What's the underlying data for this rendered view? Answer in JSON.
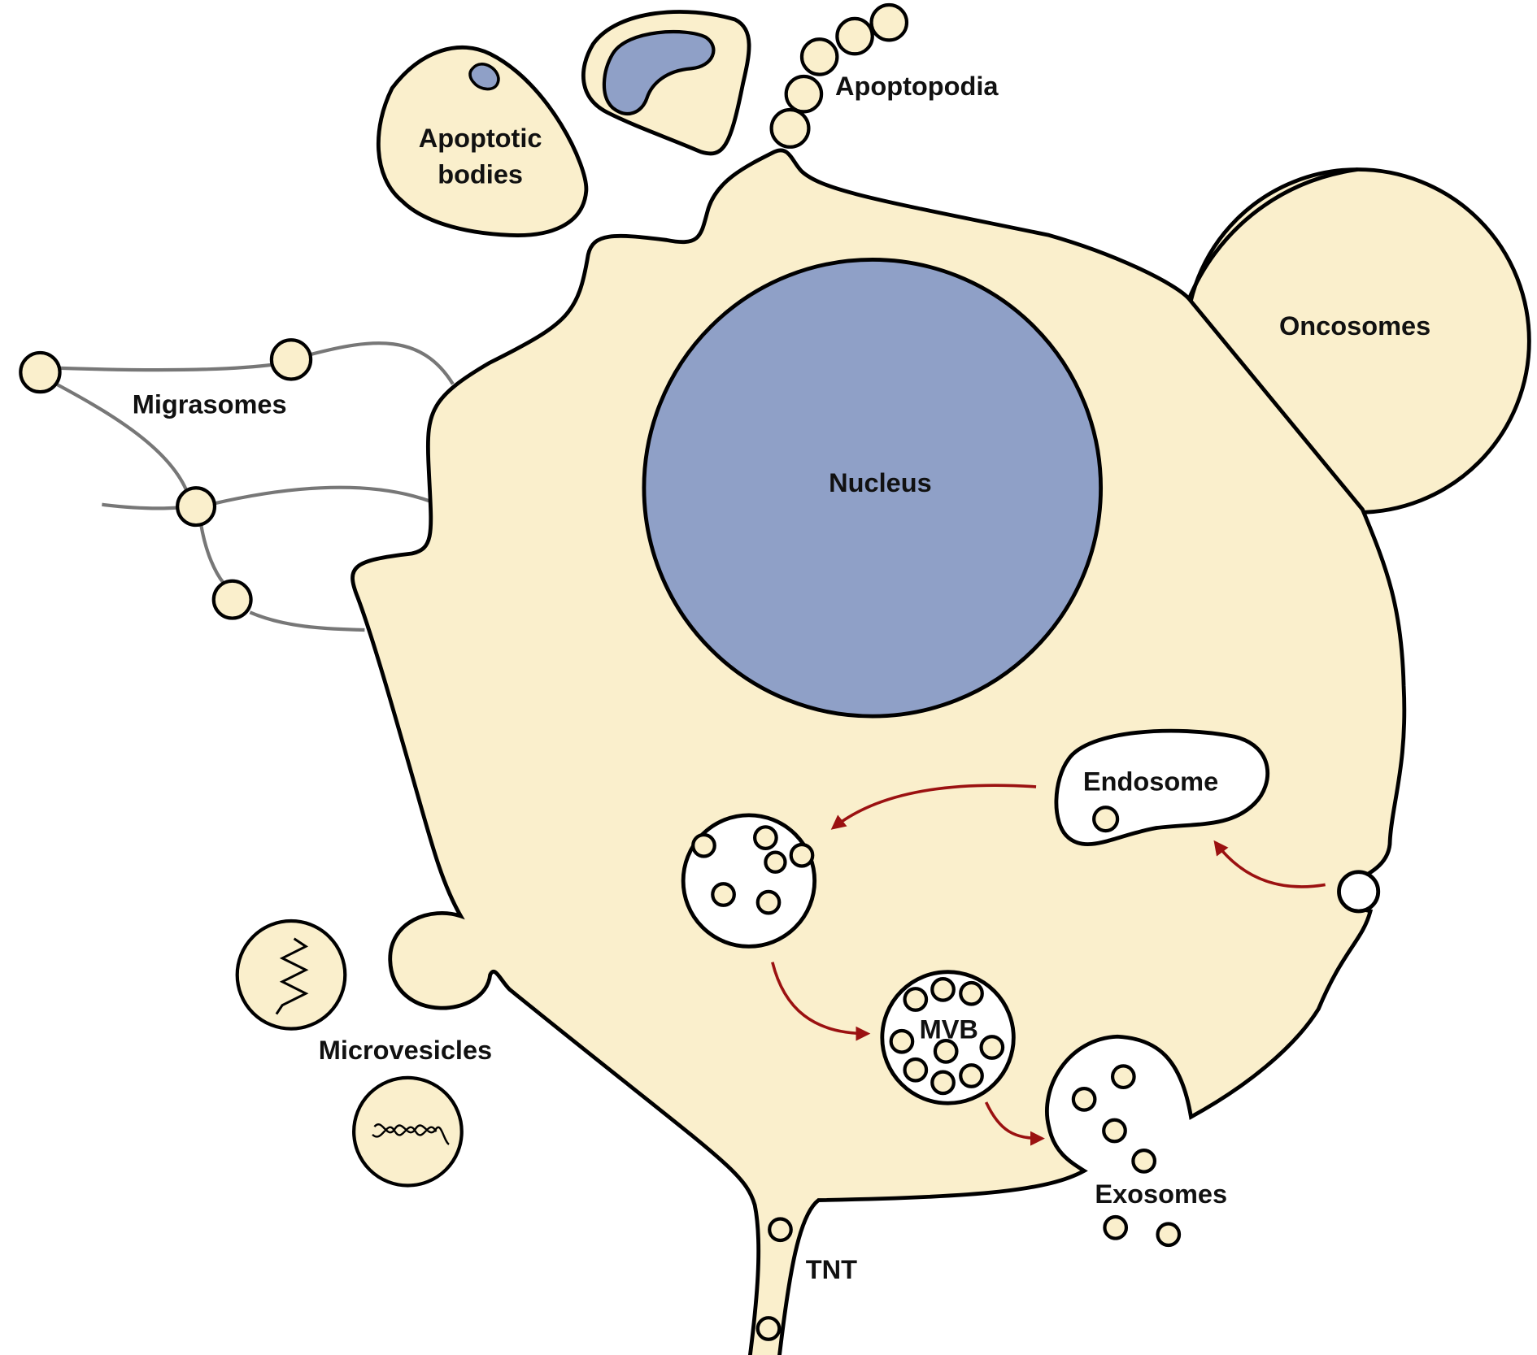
{
  "labels": {
    "apoptotic_bodies_line1": "Apoptotic",
    "apoptotic_bodies_line2": "bodies",
    "apoptopodia": "Apoptopodia",
    "migrasomes": "Migrasomes",
    "oncosomes": "Oncosomes",
    "nucleus": "Nucleus",
    "endosome": "Endosome",
    "mvb": "MVB",
    "microvesicles": "Microvesicles",
    "exosomes": "Exosomes",
    "tnt": "TNT"
  },
  "colors": {
    "cytoplasm": "#faefcc",
    "nucleus": "#8fa0c7",
    "arrow": "#9b1111",
    "migrasome_fiber": "#777777"
  }
}
